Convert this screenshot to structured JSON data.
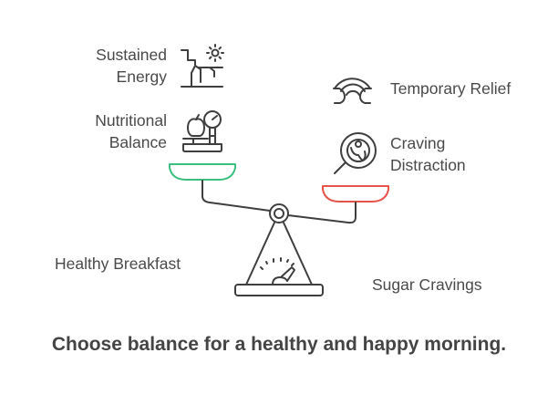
{
  "left_side": {
    "label": "Healthy Breakfast",
    "benefits": [
      {
        "line1": "Sustained",
        "line2": "Energy",
        "icon": "cliff-sun-icon"
      },
      {
        "line1": "Nutritional",
        "line2": "Balance",
        "icon": "apple-scale-icon"
      }
    ],
    "pan_color": "#3dbf7f"
  },
  "right_side": {
    "label": "Sugar Cravings",
    "effects": [
      {
        "line1": "Temporary Relief",
        "icon": "rainbow-icon"
      },
      {
        "line1": "Craving",
        "line2": "Distraction",
        "icon": "magnifier-steak-icon"
      }
    ],
    "pan_color": "#e5534b"
  },
  "title": "Choose balance for a healthy and happy morning."
}
